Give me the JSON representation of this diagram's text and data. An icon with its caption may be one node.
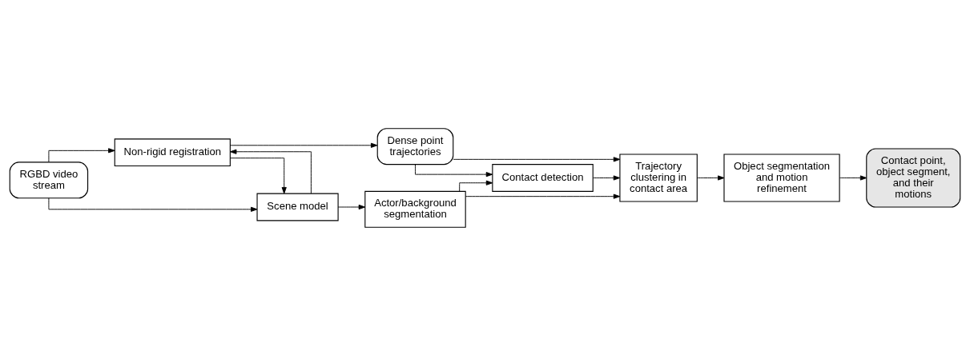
{
  "diagram": {
    "nodes": [
      {
        "text": [
          "RGBD video stream"
        ]
      },
      {
        "text": [
          "Non-rigid registration"
        ]
      },
      {
        "text": [
          "Dense point trajectories"
        ]
      },
      {
        "text": [
          "Trajectory clustering in contact area"
        ]
      },
      {
        "text": [
          "Scene model"
        ]
      },
      {
        "text": [
          "Contact detection"
        ]
      },
      {
        "text": [
          "Object segmentation and motion refinement"
        ]
      },
      {
        "text": [
          "Actor/background segmentation"
        ]
      },
      {
        "text": [
          "Contact point, object segment, and their motions"
        ]
      }
    ],
    "edges": [
      {
        "from": 0,
        "to": 1,
        "arrow": "to"
      },
      {
        "from": 0,
        "to": 4,
        "arrow": "to"
      },
      {
        "from": 1,
        "to": 4,
        "arrow": "to"
      },
      {
        "from": 4,
        "to": 1,
        "arrow": "to"
      },
      {
        "from": 1,
        "to": 2,
        "arrow": "to"
      },
      {
        "from": 2,
        "to": 3,
        "arrow": "to"
      },
      {
        "from": 2,
        "to": 5,
        "arrow": "to"
      },
      {
        "from": 5,
        "to": 3,
        "arrow": "to"
      },
      {
        "from": 7,
        "to": 3,
        "arrow": "to"
      },
      {
        "from": 4,
        "to": 7,
        "arrow": "to"
      },
      {
        "from": 7,
        "to": 5,
        "arrow": "to"
      },
      {
        "from": 3,
        "to": 6,
        "arrow": "to"
      },
      {
        "from": 6,
        "to": 8,
        "arrow": "to"
      }
    ]
  }
}
